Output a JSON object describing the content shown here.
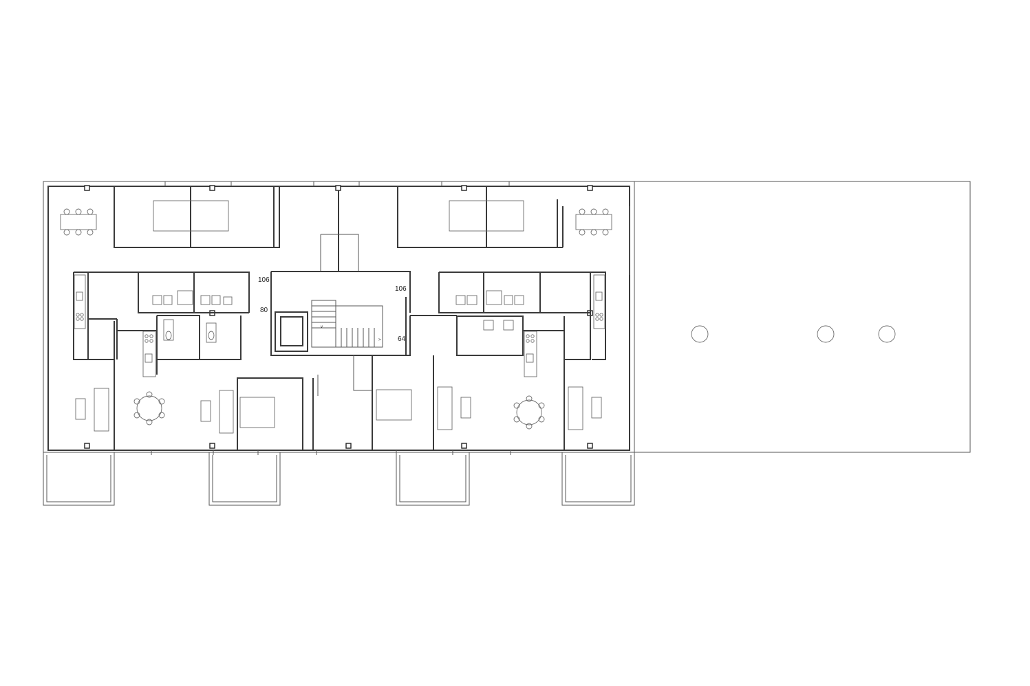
{
  "dimension_labels": [
    "106",
    "106",
    "80",
    "64"
  ],
  "stair_marks": [
    "v",
    ">"
  ],
  "colors": {
    "line": "#3a3a3a",
    "thin_line": "#6a6a6a",
    "background": "#ffffff"
  }
}
